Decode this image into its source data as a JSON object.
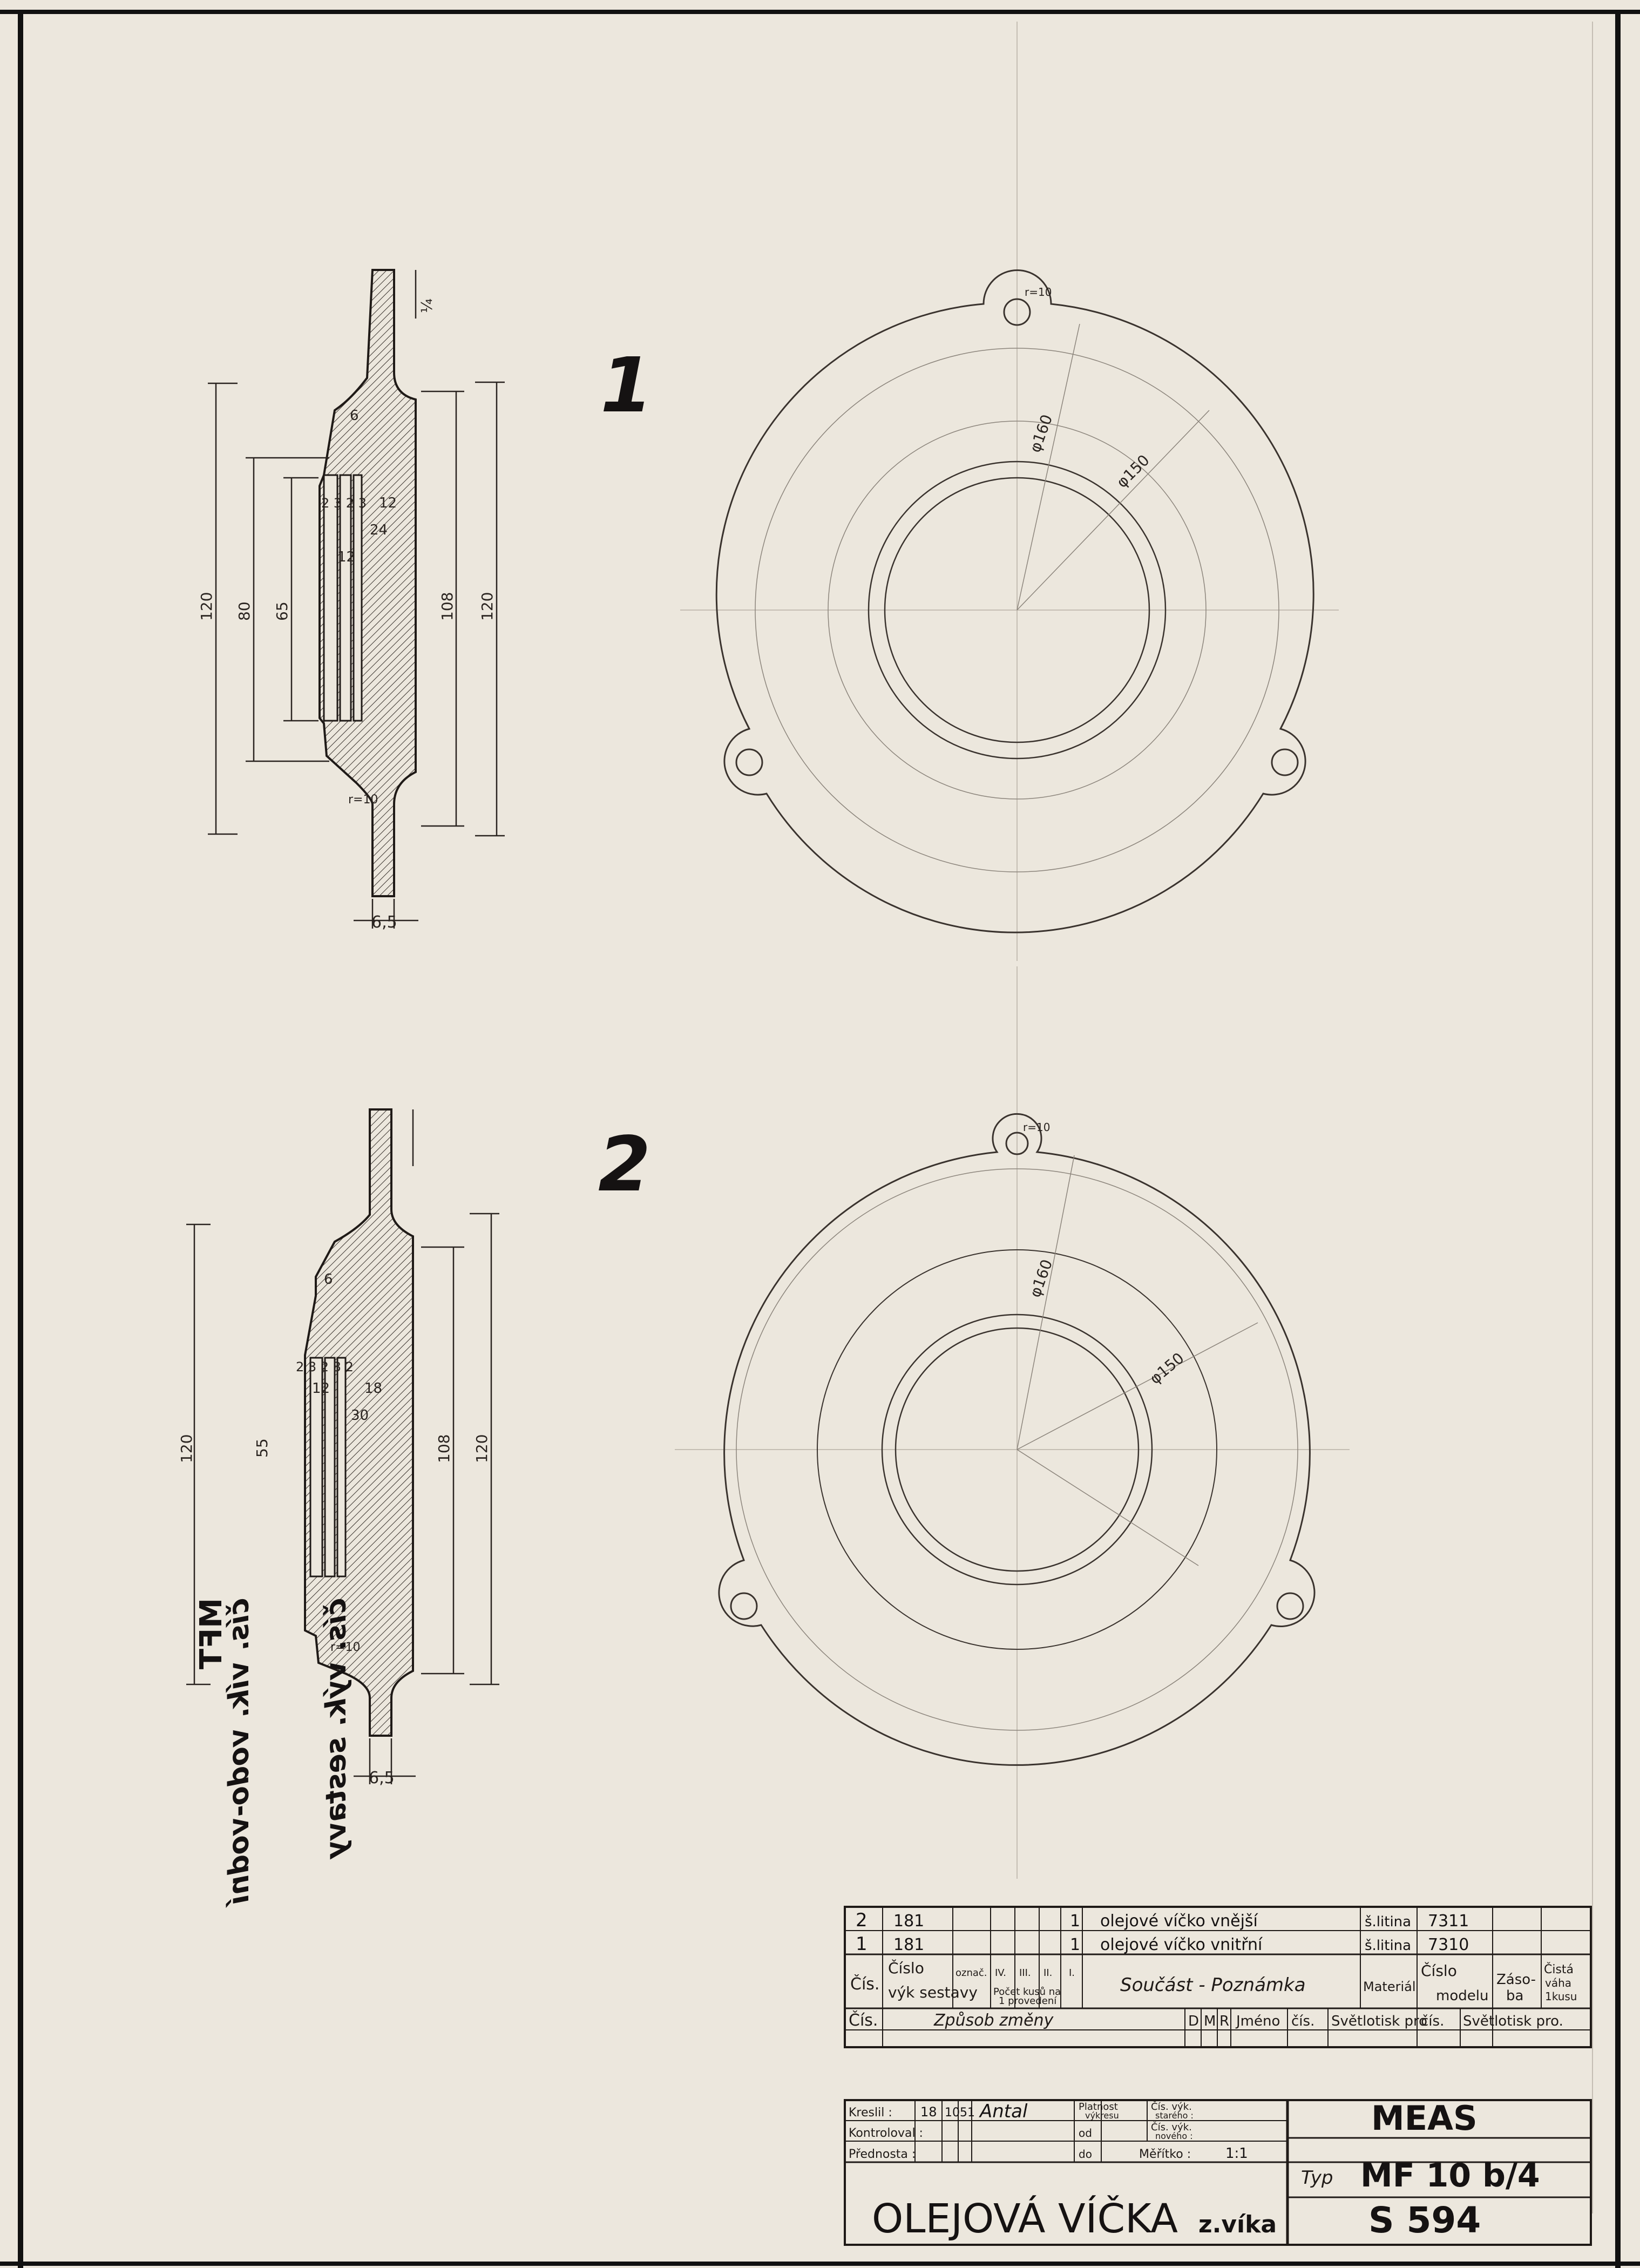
{
  "views": [
    {
      "number": "1",
      "section_dims": {
        "top_gap": "¼",
        "wall": "6",
        "grooves": "2 3 2 3",
        "step_a": "12",
        "step_b": "24",
        "groove_w": "12",
        "h_120": "120",
        "h_80": "80",
        "h_65": "65",
        "h_108": "108",
        "h_120b": "120",
        "fillet": "r=10",
        "thickness": "6,5"
      },
      "plan_dims": {
        "hole_r": "r=10",
        "d1": "φ160",
        "d2": "φ150"
      }
    },
    {
      "number": "2",
      "section_dims": {
        "wall": "6",
        "grooves": "2 3 2 3 2",
        "step_a": "12",
        "step_b": "18",
        "step_c": "30",
        "h_120": "120",
        "h_55": "55",
        "h_108": "108",
        "h_120b": "120",
        "fillet": "r=10",
        "thickness": "6,5"
      },
      "plan_dims": {
        "hole_r": "r=10",
        "d1": "φ160",
        "d2": "φ150"
      }
    }
  ],
  "mirrored_note": {
    "line1": "čís. výk. sestavy",
    "line2": "čís. vík. vodo-vodní",
    "stamp": "MFT"
  },
  "parts_list": {
    "rows": [
      {
        "cis": "2",
        "cislo_sestavy": "181",
        "kusu": "1",
        "soucast": "olejové víčko vnější",
        "material": "š.litina",
        "cislo_modelu": "7311"
      },
      {
        "cis": "1",
        "cislo_sestavy": "181",
        "kusu": "1",
        "soucast": "olejové víčko vnitřní",
        "material": "š.litina",
        "cislo_modelu": "7310"
      }
    ],
    "headers": {
      "cis": "Čís.",
      "cislo_sestavy_1": "Číslo",
      "cislo_sestavy_2": "výk sestavy",
      "oznac": "označ.",
      "col_iv": "IV.",
      "col_iii": "III.",
      "col_ii": "II.",
      "col_i": "I.",
      "pocet_1": "Počet kusů na",
      "pocet_2": "1 provedení",
      "soucast": "Součást - Poznámka",
      "material": "Materiál",
      "cislo_modelu_1": "Číslo",
      "cislo_modelu_2": "modelu",
      "zasoba_1": "Záso-",
      "zasoba_2": "ba",
      "cista_vaha_1": "Čistá",
      "cista_vaha_2": "váha",
      "cista_vaha_3": "1kusu"
    }
  },
  "change_block": {
    "headers": {
      "cis": "Čís.",
      "zpusob": "Způsob změny",
      "d": "D",
      "m": "M",
      "r": "R",
      "jmeno": "Jméno",
      "cis2": "čís.",
      "svetlotisk1": "Světlotisk pro",
      "cis3": "čís.",
      "svetlotisk2": "Světlotisk pro."
    }
  },
  "title_block": {
    "kreslil_label": "Kreslil :",
    "kreslil_day": "18",
    "kreslil_month": "10",
    "kreslil_year": "51",
    "kreslil_sign": "Antal",
    "kontroloval_label": "Kontroloval :",
    "prednosta_label": "Přednosta :",
    "platnost_1": "Platnost",
    "platnost_2": "výkresu",
    "od": "od",
    "do": "do",
    "cis_stareho_1": "Čís. výk.",
    "cis_stareho_2": "starého :",
    "cis_noveho_1": "Čís. výk.",
    "cis_noveho_2": "nového :",
    "meritko_label": "Měřítko :",
    "meritko_value": "1:1",
    "company": "MEAS",
    "typ_label": "Typ",
    "typ_value": "MF 10 b/4",
    "drawing_no": "S 594",
    "title": "OLEJOVÁ VÍČKA",
    "title_suffix": "z.víka"
  },
  "colors": {
    "paper": "#ece7dd",
    "ink": "#1f1a17",
    "pencil": "#8c857c",
    "hatch": "#3a332e"
  }
}
